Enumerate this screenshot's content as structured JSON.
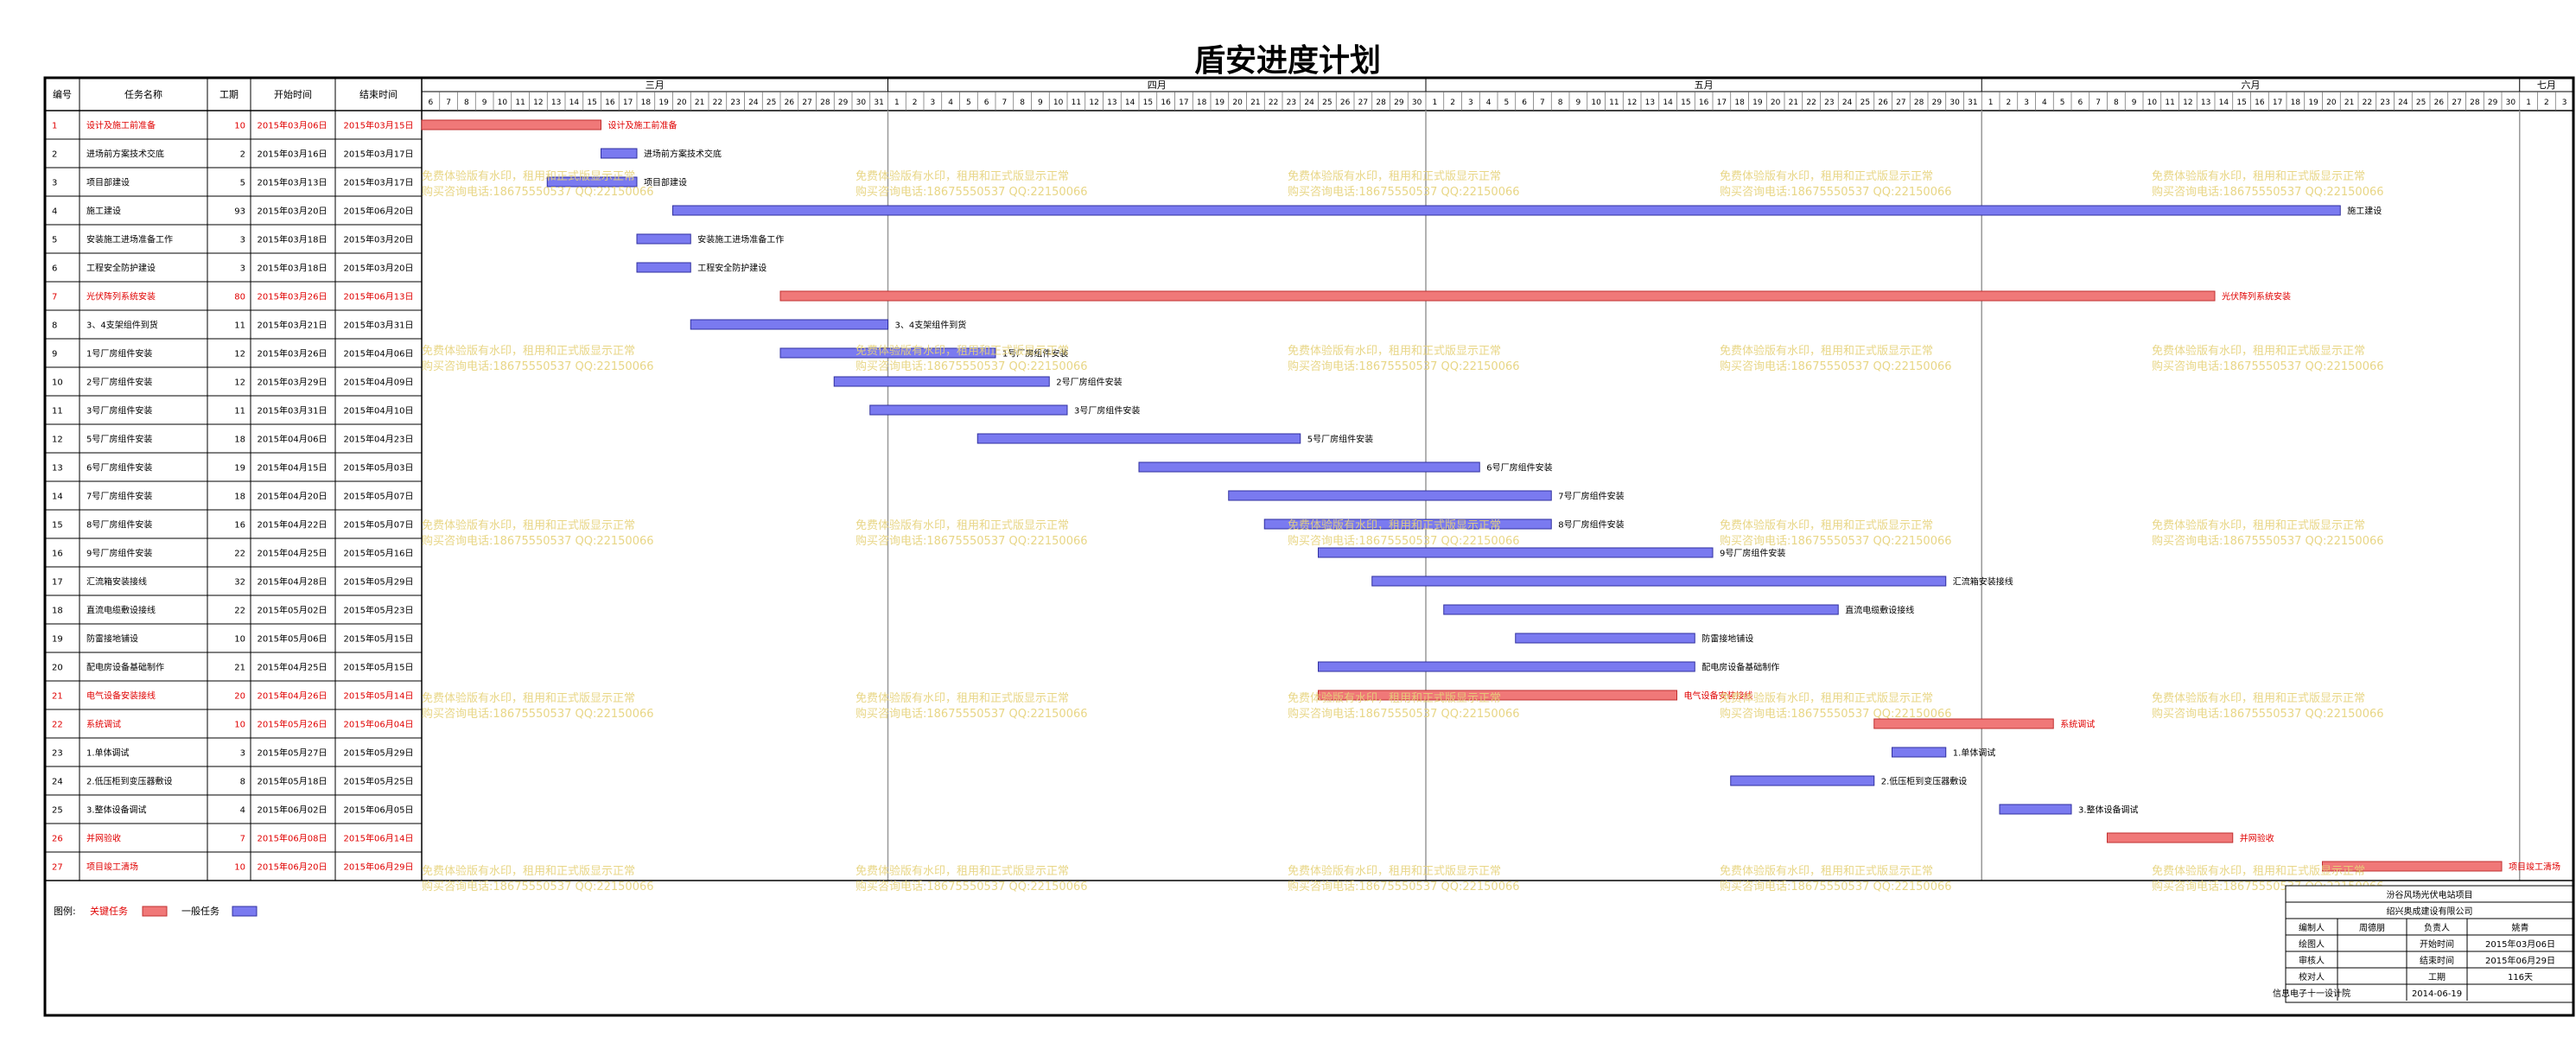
{
  "colors": {
    "critical": "#f07878",
    "normal": "#7a7af0",
    "critical_text": "#e00000",
    "watermark": "#e6d27a"
  },
  "chart_data": {
    "type": "gantt",
    "title": "盾安进度计划",
    "columns": [
      "编号",
      "任务名称",
      "工期",
      "开始时间",
      "结束时间"
    ],
    "timeline": {
      "start": "2015-03-06",
      "end": "2015-07-03",
      "months": [
        {
          "label": "三月",
          "start": "2015-03-06",
          "end": "2015-03-31"
        },
        {
          "label": "四月",
          "start": "2015-04-01",
          "end": "2015-04-30"
        },
        {
          "label": "五月",
          "start": "2015-05-01",
          "end": "2015-05-31"
        },
        {
          "label": "六月",
          "start": "2015-06-01",
          "end": "2015-06-30"
        },
        {
          "label": "七月",
          "start": "2015-07-01",
          "end": "2015-07-03"
        }
      ]
    },
    "tasks": [
      {
        "id": "1",
        "name": "设计及施工前准备",
        "duration": "10",
        "start": "2015年03月06日",
        "end": "2015年03月15日",
        "start_date": "2015-03-06",
        "end_date": "2015-03-15",
        "critical": true
      },
      {
        "id": "2",
        "name": "进场前方案技术交底",
        "duration": "2",
        "start": "2015年03月16日",
        "end": "2015年03月17日",
        "start_date": "2015-03-16",
        "end_date": "2015-03-17",
        "critical": false
      },
      {
        "id": "3",
        "name": "项目部建设",
        "duration": "5",
        "start": "2015年03月13日",
        "end": "2015年03月17日",
        "start_date": "2015-03-13",
        "end_date": "2015-03-17",
        "critical": false
      },
      {
        "id": "4",
        "name": "施工建设",
        "duration": "93",
        "start": "2015年03月20日",
        "end": "2015年06月20日",
        "start_date": "2015-03-20",
        "end_date": "2015-06-20",
        "critical": false
      },
      {
        "id": "5",
        "name": "安装施工进场准备工作",
        "duration": "3",
        "start": "2015年03月18日",
        "end": "2015年03月20日",
        "start_date": "2015-03-18",
        "end_date": "2015-03-20",
        "critical": false
      },
      {
        "id": "6",
        "name": "工程安全防护建设",
        "duration": "3",
        "start": "2015年03月18日",
        "end": "2015年03月20日",
        "start_date": "2015-03-18",
        "end_date": "2015-03-20",
        "critical": false
      },
      {
        "id": "7",
        "name": "光伏阵列系统安装",
        "duration": "80",
        "start": "2015年03月26日",
        "end": "2015年06月13日",
        "start_date": "2015-03-26",
        "end_date": "2015-06-13",
        "critical": true
      },
      {
        "id": "8",
        "name": "3、4支架组件到货",
        "duration": "11",
        "start": "2015年03月21日",
        "end": "2015年03月31日",
        "start_date": "2015-03-21",
        "end_date": "2015-03-31",
        "critical": false
      },
      {
        "id": "9",
        "name": "1号厂房组件安装",
        "duration": "12",
        "start": "2015年03月26日",
        "end": "2015年04月06日",
        "start_date": "2015-03-26",
        "end_date": "2015-04-06",
        "critical": false
      },
      {
        "id": "10",
        "name": "2号厂房组件安装",
        "duration": "12",
        "start": "2015年03月29日",
        "end": "2015年04月09日",
        "start_date": "2015-03-29",
        "end_date": "2015-04-09",
        "critical": false
      },
      {
        "id": "11",
        "name": "3号厂房组件安装",
        "duration": "11",
        "start": "2015年03月31日",
        "end": "2015年04月10日",
        "start_date": "2015-03-31",
        "end_date": "2015-04-10",
        "critical": false
      },
      {
        "id": "12",
        "name": "5号厂房组件安装",
        "duration": "18",
        "start": "2015年04月06日",
        "end": "2015年04月23日",
        "start_date": "2015-04-06",
        "end_date": "2015-04-23",
        "critical": false
      },
      {
        "id": "13",
        "name": "6号厂房组件安装",
        "duration": "19",
        "start": "2015年04月15日",
        "end": "2015年05月03日",
        "start_date": "2015-04-15",
        "end_date": "2015-05-03",
        "critical": false
      },
      {
        "id": "14",
        "name": "7号厂房组件安装",
        "duration": "18",
        "start": "2015年04月20日",
        "end": "2015年05月07日",
        "start_date": "2015-04-20",
        "end_date": "2015-05-07",
        "critical": false
      },
      {
        "id": "15",
        "name": "8号厂房组件安装",
        "duration": "16",
        "start": "2015年04月22日",
        "end": "2015年05月07日",
        "start_date": "2015-04-22",
        "end_date": "2015-05-07",
        "critical": false
      },
      {
        "id": "16",
        "name": "9号厂房组件安装",
        "duration": "22",
        "start": "2015年04月25日",
        "end": "2015年05月16日",
        "start_date": "2015-04-25",
        "end_date": "2015-05-16",
        "critical": false
      },
      {
        "id": "17",
        "name": "汇流箱安装接线",
        "duration": "32",
        "start": "2015年04月28日",
        "end": "2015年05月29日",
        "start_date": "2015-04-28",
        "end_date": "2015-05-29",
        "critical": false
      },
      {
        "id": "18",
        "name": "直流电缆敷设接线",
        "duration": "22",
        "start": "2015年05月02日",
        "end": "2015年05月23日",
        "start_date": "2015-05-02",
        "end_date": "2015-05-23",
        "critical": false
      },
      {
        "id": "19",
        "name": "防雷接地铺设",
        "duration": "10",
        "start": "2015年05月06日",
        "end": "2015年05月15日",
        "start_date": "2015-05-06",
        "end_date": "2015-05-15",
        "critical": false
      },
      {
        "id": "20",
        "name": "配电房设备基础制作",
        "duration": "21",
        "start": "2015年04月25日",
        "end": "2015年05月15日",
        "start_date": "2015-04-25",
        "end_date": "2015-05-15",
        "critical": false
      },
      {
        "id": "21",
        "name": "电气设备安装接线",
        "duration": "20",
        "start": "2015年04月26日",
        "end": "2015年05月14日",
        "start_date": "2015-04-25",
        "end_date": "2015-05-14",
        "critical": true
      },
      {
        "id": "22",
        "name": "系统调试",
        "duration": "10",
        "start": "2015年05月26日",
        "end": "2015年06月04日",
        "start_date": "2015-05-26",
        "end_date": "2015-06-04",
        "critical": true
      },
      {
        "id": "23",
        "name": "1.单体调试",
        "duration": "3",
        "start": "2015年05月27日",
        "end": "2015年05月29日",
        "start_date": "2015-05-27",
        "end_date": "2015-05-29",
        "critical": false
      },
      {
        "id": "24",
        "name": "2.低压柜到变压器敷设",
        "duration": "8",
        "start": "2015年05月18日",
        "end": "2015年05月25日",
        "start_date": "2015-05-18",
        "end_date": "2015-05-25",
        "critical": false
      },
      {
        "id": "25",
        "name": "3.整体设备调试",
        "duration": "4",
        "start": "2015年06月02日",
        "end": "2015年06月05日",
        "start_date": "2015-06-02",
        "end_date": "2015-06-05",
        "critical": false
      },
      {
        "id": "26",
        "name": "并网验收",
        "duration": "7",
        "start": "2015年06月08日",
        "end": "2015年06月14日",
        "start_date": "2015-06-08",
        "end_date": "2015-06-14",
        "critical": true
      },
      {
        "id": "27",
        "name": "项目竣工清场",
        "duration": "10",
        "start": "2015年06月20日",
        "end": "2015年06月29日",
        "start_date": "2015-06-20",
        "end_date": "2015-06-29",
        "critical": true
      }
    ],
    "legend": {
      "label": "图例:",
      "critical": "关键任务",
      "normal": "一般任务"
    },
    "watermark": [
      "免费体验版有水印，租用和正式版显示正常",
      "购买咨询电话:18675550537 QQ:22150066"
    ]
  },
  "info_box": {
    "project": "汾谷风场光伏电站项目",
    "company": "绍兴奥成建设有限公司",
    "rows": [
      [
        "编制人",
        "周德朋",
        "负责人",
        "姚青"
      ],
      [
        "绘图人",
        "",
        "开始时间",
        "2015年03月06日"
      ],
      [
        "审核人",
        "",
        "结束时间",
        "2015年06月29日"
      ],
      [
        "校对人",
        "",
        "工期",
        "116天"
      ],
      [
        "信息电子十一设计院",
        "",
        "2014-06-19",
        ""
      ]
    ]
  }
}
